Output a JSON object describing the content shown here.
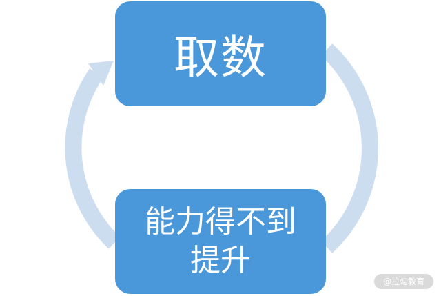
{
  "diagram": {
    "nodes": [
      {
        "id": "top",
        "label": "取数"
      },
      {
        "id": "bottom",
        "label": "能力得不到提升"
      }
    ],
    "cycle_arrow_color": "#cdddf0",
    "node_fill_color": "#4a97d9"
  },
  "watermark": {
    "text": "@拉勾教育"
  }
}
